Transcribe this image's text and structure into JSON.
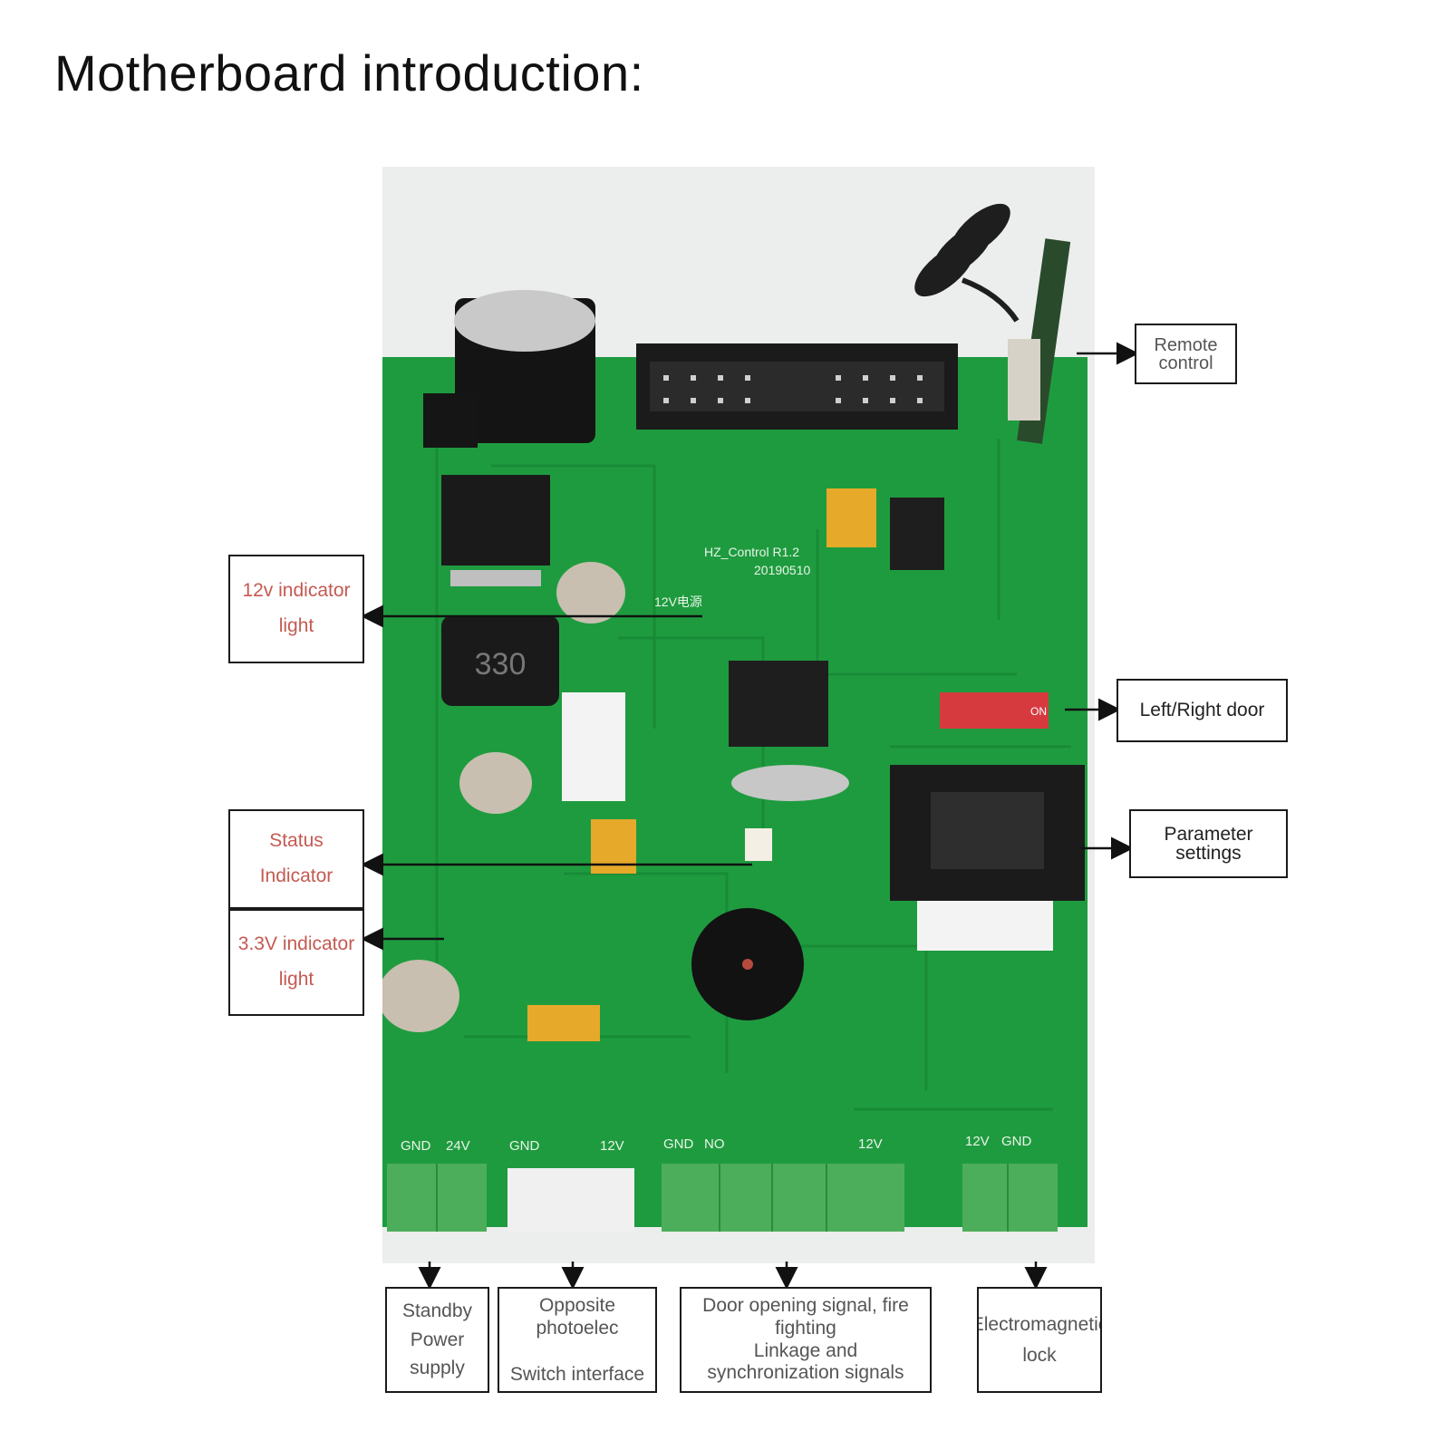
{
  "title": "Motherboard introduction:",
  "labels": {
    "remote_control": "Remote\ncontrol",
    "indicator_12v": "12v indicator\nlight",
    "left_right_door": "Left/Right door",
    "status_indicator": "Status\nIndicator",
    "parameter_settings": "Parameter\nsettings",
    "indicator_33v": "3.3V indicator\nlight",
    "standby_power": "Standby\nPower\nsupply",
    "photoelectric_switch": "Opposite photoelec\n\nSwitch interface",
    "door_opening_signal": "Door opening signal, fire\nfighting\nLinkage and\nsynchronization signals",
    "electromagnetic_lock": "Electromagnetic\nlock"
  },
  "board": {
    "model_text": "HZ_Control R1.2",
    "date_code": "20190510",
    "inductor_marking": "330",
    "silkscreen_12v": "12V电源",
    "standby_terminal": [
      "GND",
      "24V"
    ],
    "photo_terminal": [
      "GND",
      "12V"
    ],
    "signal_terminal": [
      "GND",
      "NO",
      "12V"
    ],
    "lock_terminal": [
      "12V",
      "GND"
    ],
    "dip_switch_label": "ON"
  },
  "colors": {
    "pcb": "#1f9b3f",
    "pcb_dark": "#167a31",
    "terminal_green": "#4cae5a",
    "label_red": "#c45a52"
  }
}
